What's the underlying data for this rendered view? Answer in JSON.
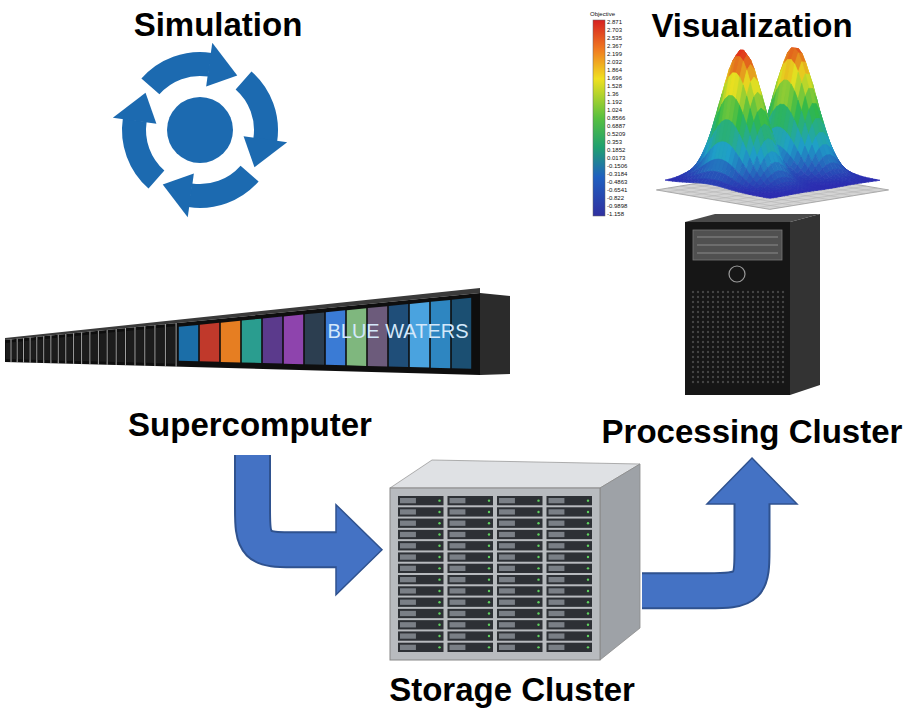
{
  "diagram": {
    "nodes": [
      {
        "text": [
          "Simulation"
        ]
      },
      {
        "text": [
          "Visualization"
        ]
      },
      {
        "text": [
          "BLUE WATERS",
          "Supercomputer"
        ]
      },
      {
        "text": [
          "Processing Cluster"
        ]
      },
      {
        "text": [
          "Storage Cluster"
        ]
      }
    ],
    "edges": [
      {
        "from": 2,
        "to": 4,
        "arrow": "to"
      },
      {
        "from": 4,
        "to": 3,
        "arrow": "to"
      }
    ],
    "labels": [
      "Objective",
      "2.871",
      "2.703",
      "2.535",
      "2.367",
      "2.199",
      "2.032",
      "1.864",
      "1.696",
      "1.528",
      "1.36",
      "1.192",
      "1.024",
      "0.8566",
      "0.6887",
      "0.5209",
      "0.353",
      "0.1852",
      "0.0173",
      "-0.1506",
      "-0.3184",
      "-0.4863",
      "-0.6541",
      "-0.822",
      "-0.9898",
      "-1.158"
    ]
  }
}
